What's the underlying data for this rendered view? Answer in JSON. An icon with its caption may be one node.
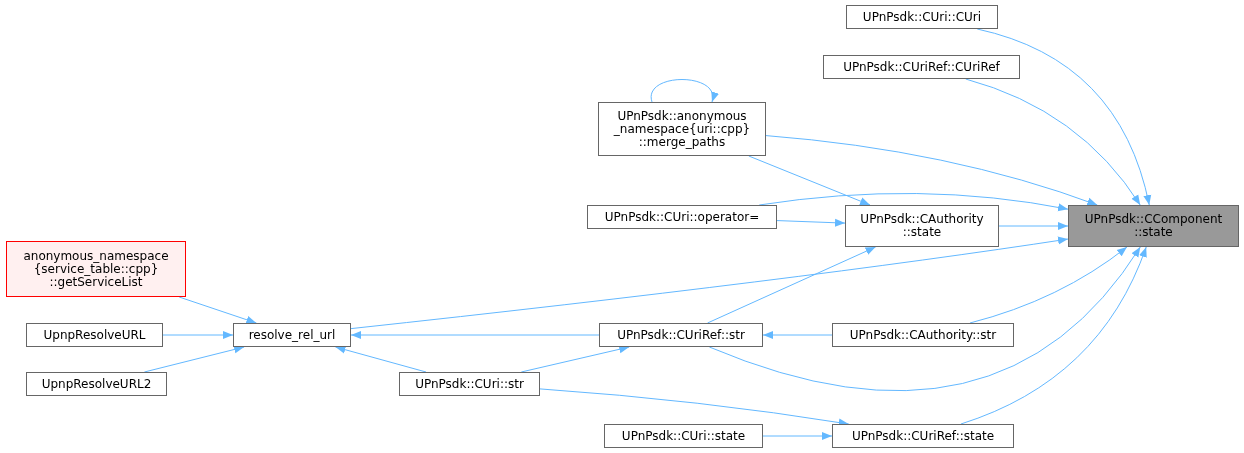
{
  "diagram": {
    "nodes": [
      {
        "text": [
          "UPnPsdk::CComponent ::state"
        ]
      },
      {
        "text": [
          "UPnPsdk::CUri::CUri"
        ]
      },
      {
        "text": [
          "UPnPsdk::CUriRef::CUriRef"
        ]
      },
      {
        "text": [
          "UPnPsdk::anonymous _namespace{uri::cpp} ::merge_paths"
        ]
      },
      {
        "text": [
          "UPnPsdk::CUri::operator="
        ]
      },
      {
        "text": [
          "UPnPsdk::CAuthority ::state"
        ]
      },
      {
        "text": [
          "anonymous_namespace {service_table::cpp} ::getServiceList"
        ]
      },
      {
        "text": [
          "UpnpResolveURL"
        ]
      },
      {
        "text": [
          "resolve_rel_url"
        ]
      },
      {
        "text": [
          "UpnpResolveURL2"
        ]
      },
      {
        "text": [
          "UPnPsdk::CUriRef::str"
        ]
      },
      {
        "text": [
          "UPnPsdk::CAuthority::str"
        ]
      },
      {
        "text": [
          "UPnPsdk::CUri::str"
        ]
      },
      {
        "text": [
          "UPnPsdk::CUri::state"
        ]
      },
      {
        "text": [
          "UPnPsdk::CUriRef::state"
        ]
      }
    ],
    "edges": [
      {
        "from": 1,
        "to": 0,
        "arrow": "to"
      },
      {
        "from": 2,
        "to": 0,
        "arrow": "to"
      },
      {
        "from": 3,
        "to": 0,
        "arrow": "to"
      },
      {
        "from": 3,
        "to": 3,
        "arrow": "to"
      },
      {
        "from": 4,
        "to": 0,
        "arrow": "to"
      },
      {
        "from": 3,
        "to": 5,
        "arrow": "to"
      },
      {
        "from": 4,
        "to": 5,
        "arrow": "to"
      },
      {
        "from": 5,
        "to": 0,
        "arrow": "to"
      },
      {
        "from": 10,
        "to": 5,
        "arrow": "to"
      },
      {
        "from": 8,
        "to": 0,
        "arrow": "to"
      },
      {
        "from": 6,
        "to": 8,
        "arrow": "to"
      },
      {
        "from": 7,
        "to": 8,
        "arrow": "to"
      },
      {
        "from": 9,
        "to": 8,
        "arrow": "to"
      },
      {
        "from": 10,
        "to": 8,
        "arrow": "to"
      },
      {
        "from": 12,
        "to": 8,
        "arrow": "to"
      },
      {
        "from": 11,
        "to": 10,
        "arrow": "to"
      },
      {
        "from": 11,
        "to": 0,
        "arrow": "to"
      },
      {
        "from": 10,
        "to": 0,
        "arrow": "to"
      },
      {
        "from": 12,
        "to": 10,
        "arrow": "to"
      },
      {
        "from": 12,
        "to": 14,
        "arrow": "to"
      },
      {
        "from": 13,
        "to": 14,
        "arrow": "to"
      },
      {
        "from": 14,
        "to": 0,
        "arrow": "to"
      }
    ]
  }
}
